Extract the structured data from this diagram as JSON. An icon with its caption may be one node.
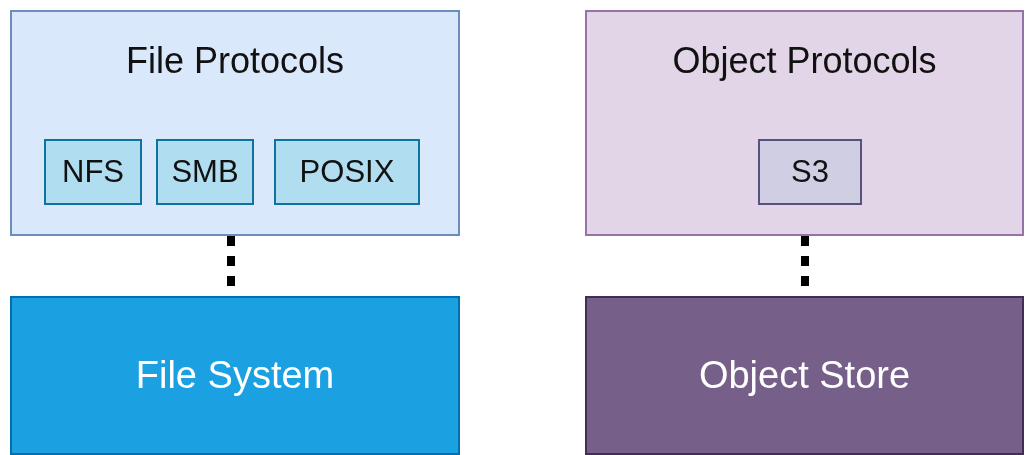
{
  "diagram": {
    "nodes": [
      {
        "text": [
          "File Protocols"
        ]
      },
      {
        "text": [
          "NFS"
        ],
        "in": 0
      },
      {
        "text": [
          "SMB"
        ],
        "in": 0
      },
      {
        "text": [
          "POSIX"
        ],
        "in": 0
      },
      {
        "text": [
          "Object Protocols"
        ]
      },
      {
        "text": [
          "S3"
        ],
        "in": 4
      },
      {
        "text": [
          "File System"
        ]
      },
      {
        "text": [
          "Object Store"
        ]
      }
    ],
    "edges": [
      {
        "from": 0,
        "to": 6,
        "arrow": "none",
        "style": "dashed"
      },
      {
        "from": 4,
        "to": 7,
        "arrow": "none",
        "style": "dashed"
      }
    ]
  }
}
